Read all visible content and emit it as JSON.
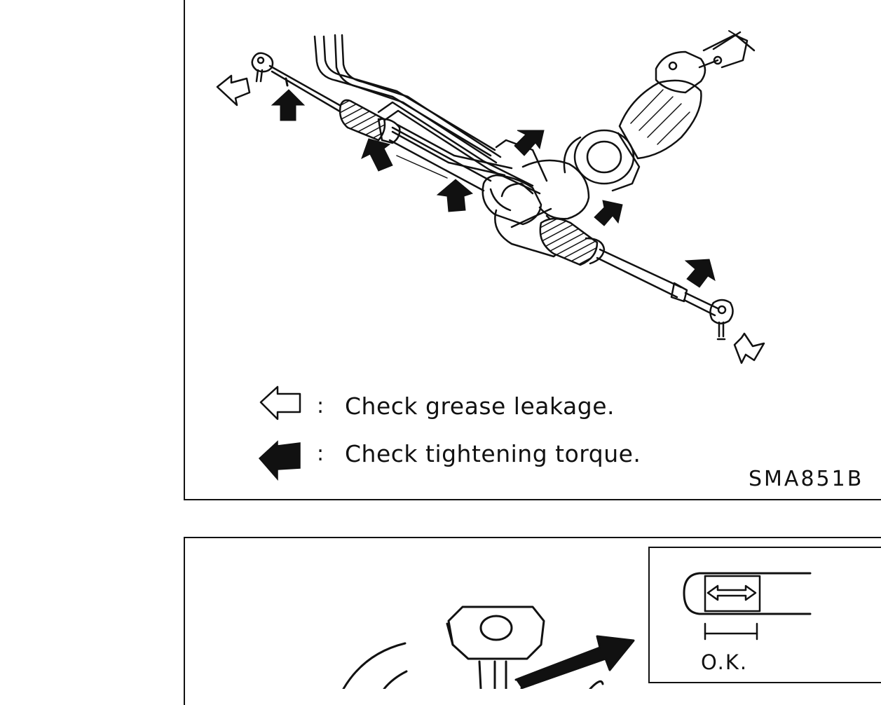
{
  "figure_top": {
    "legend": [
      {
        "symbol": "outline-arrow-icon",
        "separator": ":",
        "text": "Check grease leakage."
      },
      {
        "symbol": "solid-arrow-icon",
        "separator": ":",
        "text": "Check tightening torque."
      }
    ],
    "figure_code": "SMA851B"
  },
  "figure_bottom": {
    "inset_label": "O.K."
  },
  "colors": {
    "ink": "#111111",
    "paper": "#ffffff"
  }
}
